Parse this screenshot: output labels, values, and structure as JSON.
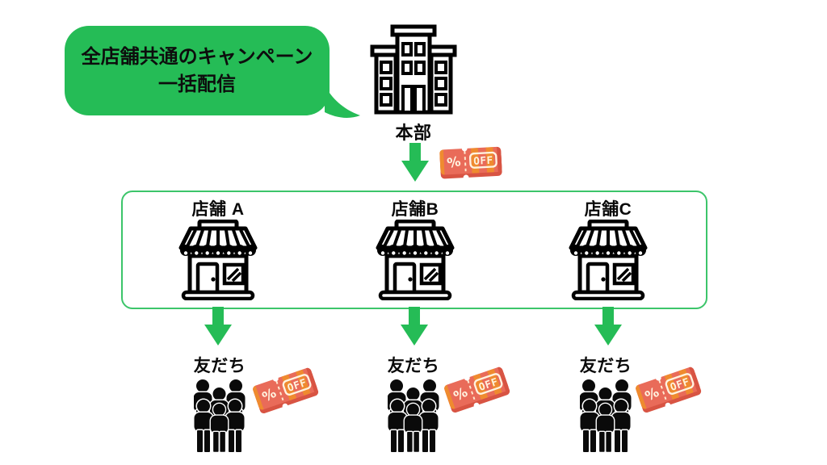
{
  "diagram": {
    "title_bubble": {
      "line1": "全店舗共通のキャンペーン",
      "line2": "一括配信"
    },
    "headquarters": {
      "label": "本部",
      "icon": "building-icon"
    },
    "coupon": {
      "percent_label": "%",
      "off_label": "OFF"
    },
    "stores": [
      {
        "label": "店舗 A",
        "icon": "storefront-icon"
      },
      {
        "label": "店舗B",
        "icon": "storefront-icon"
      },
      {
        "label": "店舗C",
        "icon": "storefront-icon"
      }
    ],
    "friends": [
      {
        "label": "友だち",
        "icon": "people-group-icon"
      },
      {
        "label": "友だち",
        "icon": "people-group-icon"
      },
      {
        "label": "友だち",
        "icon": "people-group-icon"
      }
    ],
    "colors": {
      "background": "#ffffff",
      "accent_green": "#25BC56",
      "box_border_green": "#3CC56A",
      "icon_black": "#0a0a0a",
      "coupon_body": "#E96B59",
      "coupon_stripe": "#EF8B2F",
      "coupon_shadow": "#D85443",
      "coupon_text": "#FFF3E0"
    }
  }
}
